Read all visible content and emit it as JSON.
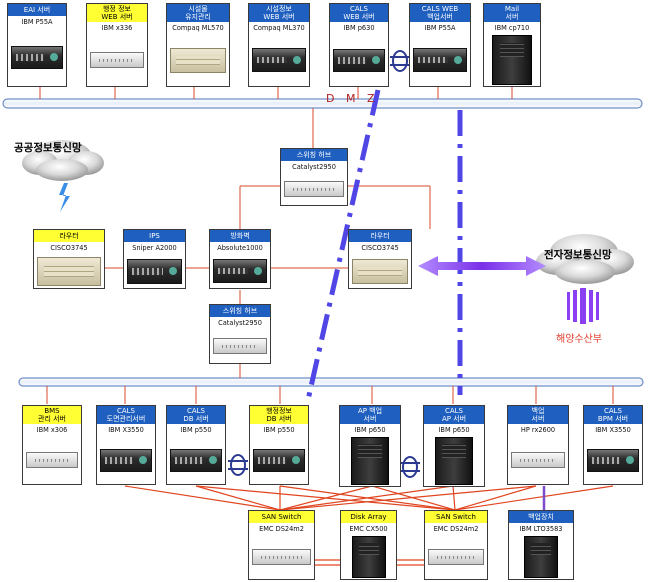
{
  "nodes": [
    {
      "id": "eai",
      "header": "EAI 서버",
      "model": "IBM P55A",
      "hdr_color": "blue"
    },
    {
      "id": "admin_web",
      "header": "행정 정보\nWEB 서버",
      "model": "IBM x336",
      "hdr_color": "yellow"
    },
    {
      "id": "facility_maint",
      "header": "시설물\n유지관리",
      "model": "Compaq ML570",
      "hdr_color": "blue"
    },
    {
      "id": "facility_web",
      "header": "시설정보\nWEB 서버",
      "model": "Compaq ML370",
      "hdr_color": "blue"
    },
    {
      "id": "cals_web",
      "header": "CALS\nWEB 서버",
      "model": "IBM p630",
      "hdr_color": "blue"
    },
    {
      "id": "cals_web_backup",
      "header": "CALS WEB\n백업서버",
      "model": "IBM P55A",
      "hdr_color": "blue"
    },
    {
      "id": "mail",
      "header": "Mail\n서버",
      "model": "IBM cp710",
      "hdr_color": "blue"
    },
    {
      "id": "switch_top",
      "header": "스위칭 허브",
      "model": "Catalyst2950",
      "hdr_color": "blue"
    },
    {
      "id": "router_left",
      "header": "라우터",
      "model": "CISCO3745",
      "hdr_color": "yellow"
    },
    {
      "id": "ips",
      "header": "IPS",
      "model": "Sniper A2000",
      "hdr_color": "blue"
    },
    {
      "id": "firewall",
      "header": "방화벽",
      "model": "Absolute1000",
      "hdr_color": "blue"
    },
    {
      "id": "router_right",
      "header": "라우터",
      "model": "CISCO3745",
      "hdr_color": "blue"
    },
    {
      "id": "switch_mid",
      "header": "스위칭 허브",
      "model": "Catalyst2950",
      "hdr_color": "blue"
    },
    {
      "id": "bms",
      "header": "BMS\n관리 서버",
      "model": "IBM x306",
      "hdr_color": "yellow"
    },
    {
      "id": "cals_drawing",
      "header": "CALS\n도면관리서버",
      "model": "IBM X3550",
      "hdr_color": "blue"
    },
    {
      "id": "cals_db",
      "header": "CALS\nDB 서버",
      "model": "IBM p550",
      "hdr_color": "blue"
    },
    {
      "id": "admin_db",
      "header": "행정정보\nDB 서버",
      "model": "IBM p550",
      "hdr_color": "yellow"
    },
    {
      "id": "ap_backup",
      "header": "AP 백업\n서버",
      "model": "IBM p650",
      "hdr_color": "blue"
    },
    {
      "id": "cals_ap",
      "header": "CALS\nAP 서버",
      "model": "IBM p650",
      "hdr_color": "blue"
    },
    {
      "id": "backup",
      "header": "백업\n서버",
      "model": "HP rx2600",
      "hdr_color": "blue"
    },
    {
      "id": "cals_bpm",
      "header": "CALS\nBPM 서버",
      "model": "IBM X3550",
      "hdr_color": "blue"
    },
    {
      "id": "san_left",
      "header": "SAN Switch",
      "model": "EMC DS24m2",
      "hdr_color": "yellow"
    },
    {
      "id": "disk_array",
      "header": "Disk Array",
      "model": "EMC CX500",
      "hdr_color": "yellow"
    },
    {
      "id": "san_right",
      "header": "SAN Switch",
      "model": "EMC DS24m2",
      "hdr_color": "yellow"
    },
    {
      "id": "backup_device",
      "header": "백업장치",
      "model": "IBM LTO3583",
      "hdr_color": "blue"
    }
  ],
  "labels": {
    "dmz": "D M Z",
    "public_net": "공공정보통신망",
    "e_gov_net": "전자정보통신망",
    "ministry": "해양수산부"
  },
  "colors": {
    "header_blue": "#1f5fbf",
    "header_yellow": "#ffff33",
    "bus_outline": "#6f8fc8",
    "lan_line": "#d84a2a",
    "dashed_link": "#4f46e5",
    "arrow": "#8a3ff0",
    "san_link": "#e0451f",
    "ministry_text": "#e03a2a"
  }
}
